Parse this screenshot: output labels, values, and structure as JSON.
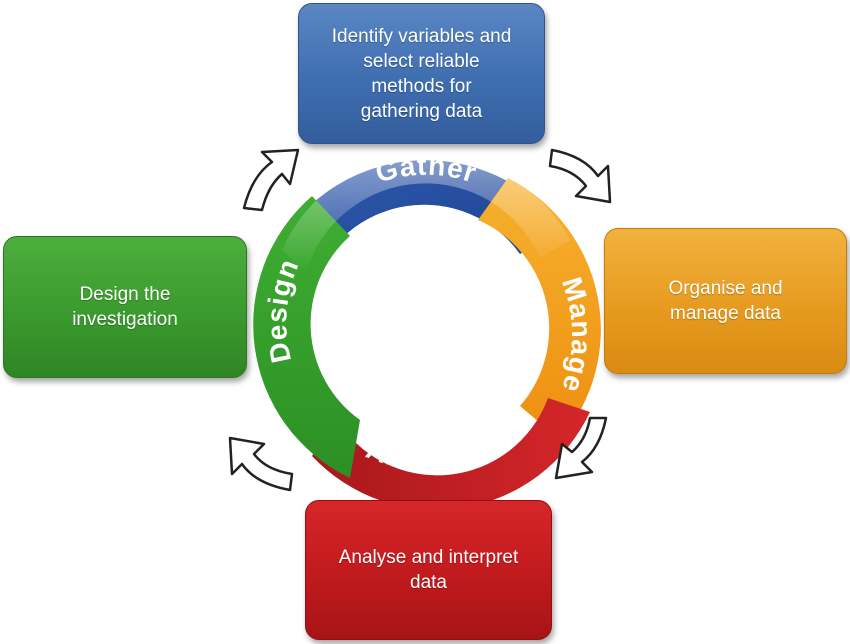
{
  "boxes": {
    "gather": "Identify variables and\nselect reliable\nmethods for\ngathering data",
    "manage": "Organise and\nmanage data",
    "analyse": "Analyse and interpret\ndata",
    "design": "Design the\ninvestigation"
  },
  "ring": {
    "gather": "Gather",
    "manage": "Manage",
    "analyse": "Analyse",
    "design": "Design"
  },
  "colors": {
    "gather": "#3f6eb0",
    "manage": "#f0a52a",
    "analyse": "#c01a1d",
    "design": "#3b9a2e"
  },
  "icons": {
    "arrows": "curved-arrow-icon"
  }
}
